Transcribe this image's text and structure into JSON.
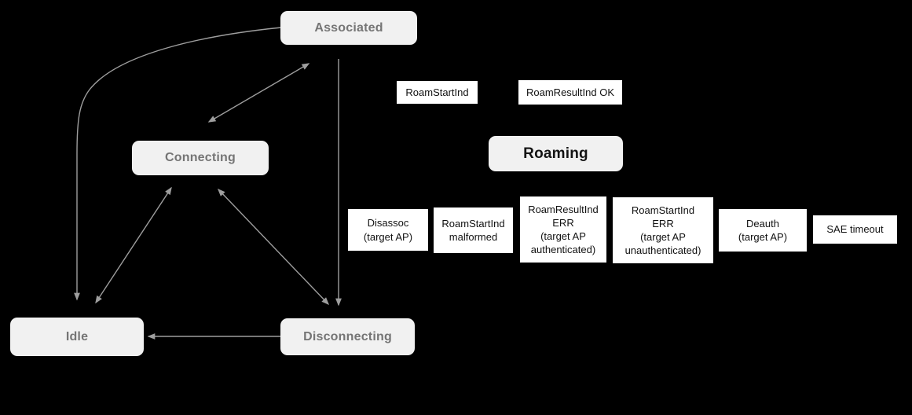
{
  "diagram": {
    "type": "state-machine",
    "colors": {
      "background": "#000000",
      "state_fill": "#f1f1f1",
      "state_text": "#757575",
      "state_text_emphasis": "#141414",
      "event_fill": "#ffffff",
      "event_text": "#111111",
      "arrow": "#9e9e9e"
    },
    "states": [
      {
        "id": "associated",
        "label": "Associated"
      },
      {
        "id": "connecting",
        "label": "Connecting"
      },
      {
        "id": "roaming",
        "label": "Roaming"
      },
      {
        "id": "idle",
        "label": "Idle"
      },
      {
        "id": "disconnecting",
        "label": "Disconnecting"
      }
    ],
    "events": [
      {
        "id": "roam-start-ind",
        "label": "RoamStartInd"
      },
      {
        "id": "roam-result-ind-ok",
        "label": "RoamResultInd OK"
      },
      {
        "id": "disassoc-target-ap",
        "label": "Disassoc\n(target AP)"
      },
      {
        "id": "roam-start-ind-malformed",
        "label": "RoamStartInd\nmalformed"
      },
      {
        "id": "roam-result-ind-err-authenticated",
        "label": "RoamResultInd\nERR\n(target AP\nauthenticated)"
      },
      {
        "id": "roam-start-ind-err-unauthenticated",
        "label": "RoamStartInd\nERR\n(target AP\nunauthenticated)"
      },
      {
        "id": "deauth-target-ap",
        "label": "Deauth\n(target AP)"
      },
      {
        "id": "sae-timeout",
        "label": "SAE timeout"
      }
    ],
    "transitions": [
      {
        "from": "associated",
        "to": "connecting",
        "bidirectional": true
      },
      {
        "from": "associated",
        "to": "idle",
        "bidirectional": false
      },
      {
        "from": "associated",
        "to": "disconnecting",
        "bidirectional": false
      },
      {
        "from": "connecting",
        "to": "idle",
        "bidirectional": true
      },
      {
        "from": "connecting",
        "to": "disconnecting",
        "bidirectional": true
      },
      {
        "from": "disconnecting",
        "to": "idle",
        "bidirectional": false
      }
    ]
  }
}
